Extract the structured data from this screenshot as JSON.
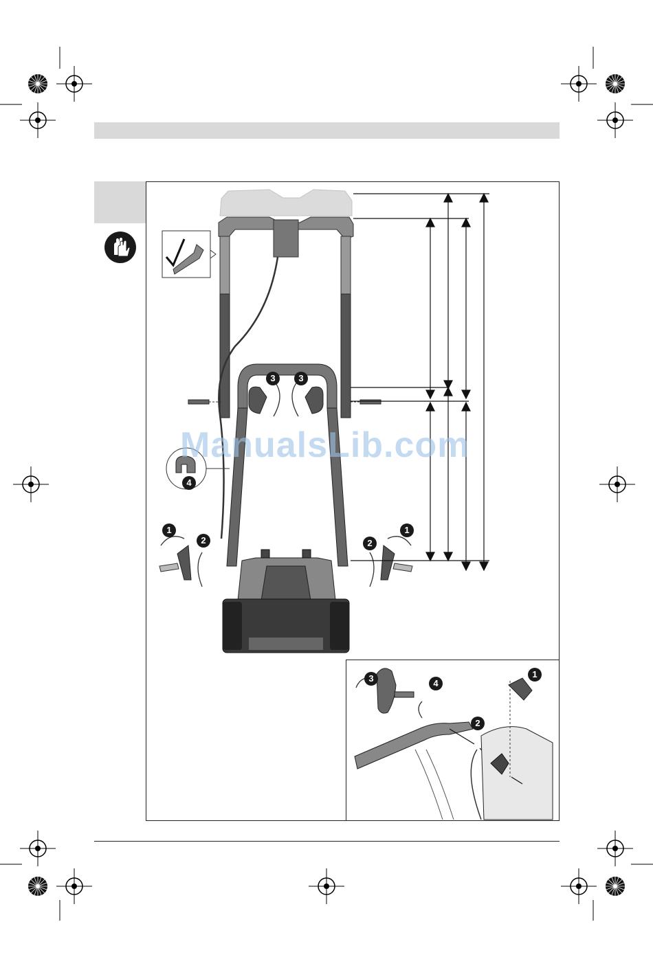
{
  "watermark": {
    "text": "ManualsLib.com"
  },
  "callouts": {
    "one": "1",
    "two": "2",
    "three": "3",
    "four": "4"
  },
  "icons": {
    "gloves": "gloves-icon",
    "checkmark": "checkmark-icon",
    "registration": "registration-mark-icon"
  },
  "colors": {
    "header_band": "#d9d9d9",
    "watermark": "#9ec3e8",
    "callout_fill": "#1a1a1a"
  }
}
